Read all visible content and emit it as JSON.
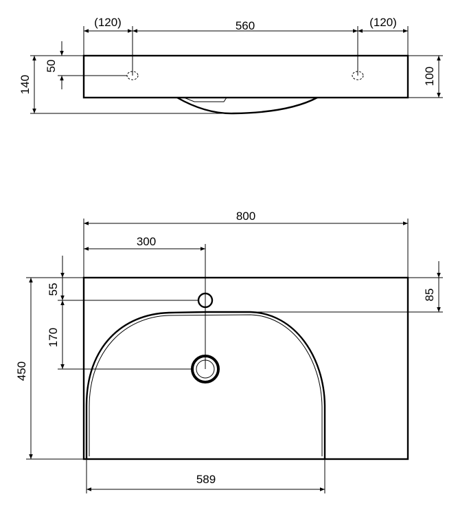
{
  "top_view": {
    "dim_left": "(120)",
    "dim_center": "560",
    "dim_right": "(120)",
    "dim_height_total": "140",
    "dim_hole_offset": "50",
    "dim_height_front": "100"
  },
  "plan_view": {
    "dim_width": "800",
    "dim_tap_offset": "300",
    "dim_tap_from_back": "55",
    "dim_drain_from_tap": "170",
    "dim_depth": "450",
    "dim_basin_edge": "85",
    "dim_basin_width": "589"
  }
}
